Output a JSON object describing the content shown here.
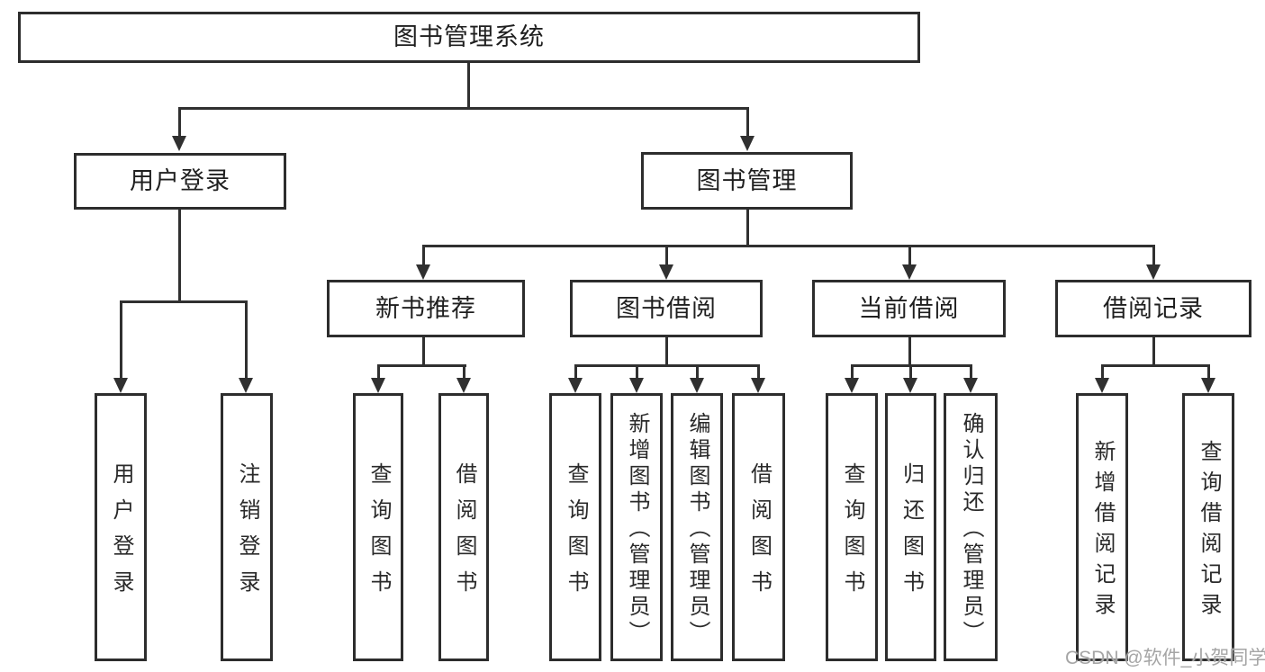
{
  "title": "图书管理系统",
  "tree": {
    "root": {
      "label": "图书管理系统",
      "children": [
        {
          "label": "用户登录",
          "children": [
            {
              "label": "用户登录"
            },
            {
              "label": "注销登录"
            }
          ]
        },
        {
          "label": "图书管理",
          "children": [
            {
              "label": "新书推荐",
              "children": [
                {
                  "label": "查询图书"
                },
                {
                  "label": "借阅图书"
                }
              ]
            },
            {
              "label": "图书借阅",
              "children": [
                {
                  "label": "查询图书"
                },
                {
                  "label": "新增图书（管理员）"
                },
                {
                  "label": "编辑图书（管理员）"
                },
                {
                  "label": "借阅图书"
                }
              ]
            },
            {
              "label": "当前借阅",
              "children": [
                {
                  "label": "查询图书"
                },
                {
                  "label": "归还图书"
                },
                {
                  "label": "确认归还（管理员）"
                }
              ]
            },
            {
              "label": "借阅记录",
              "children": [
                {
                  "label": "新增借阅记录"
                },
                {
                  "label": "查询借阅记录"
                }
              ]
            }
          ]
        }
      ]
    }
  },
  "watermark": {
    "text": "CSDN @软件_小贺同学"
  },
  "colors": {
    "line": "#303030",
    "border": "#2d2d2d",
    "text": "#1f1f1f",
    "watermark": "#a5a5a5",
    "background": "#ffffff"
  }
}
